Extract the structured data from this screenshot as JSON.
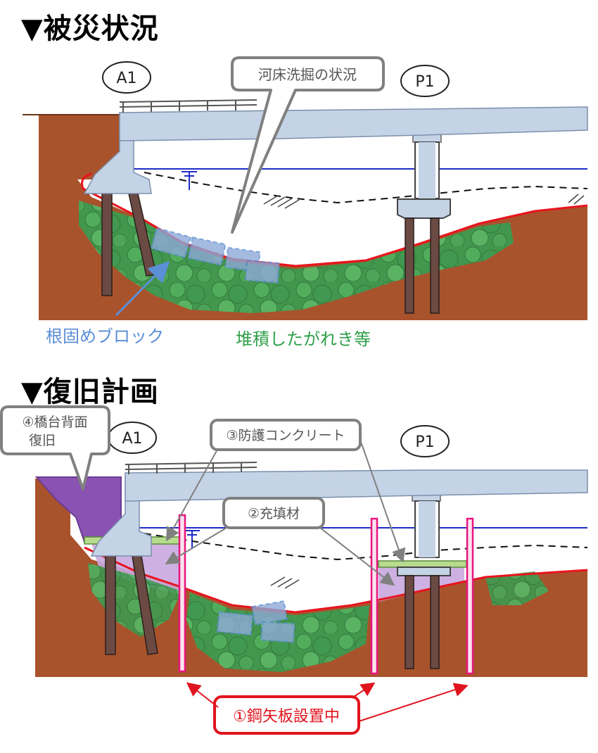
{
  "section1": {
    "title": "▼被災状況",
    "abutment_label": "A1",
    "pier_label": "P1",
    "callout_scour": "河床洗掘の状況",
    "caption_blocks": "根固めブロック",
    "caption_debris": "堆積したがれき等"
  },
  "section2": {
    "title": "▼復旧計画",
    "abutment_label": "A1",
    "pier_label": "P1",
    "callout_backfill_line1": "④橋台背面",
    "callout_backfill_line2": "復旧",
    "callout_concrete": "③防護コンクリート",
    "callout_filler": "②充填材",
    "callout_sheetpile": "①鋼矢板設置中"
  },
  "colors": {
    "soil": "#a9532c",
    "deck": "#c5d3e6",
    "water": "#1d2cc9",
    "riverbed_line": "#e8141e",
    "vegetation": "#3fa657",
    "blocks": "#8ea9d8",
    "backfill": "#8a52b3",
    "filler": "#c9a9df",
    "protect_concrete": "#b7dc8e",
    "sheetpile": "#e8147d",
    "callout_red": "#e0141e",
    "callout_gray": "#808080"
  }
}
